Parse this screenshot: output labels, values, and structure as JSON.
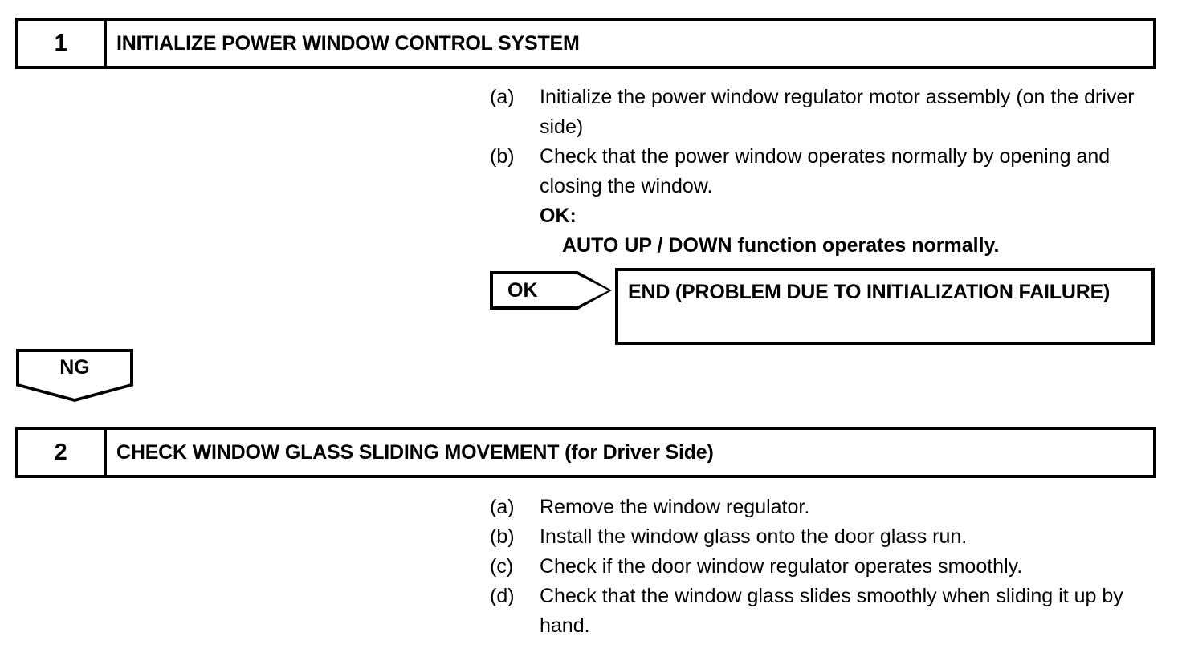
{
  "document": {
    "type": "troubleshooting-flowchart"
  },
  "colors": {
    "ink": "#000000",
    "page": "#ffffff"
  },
  "steps": [
    {
      "number": "1",
      "title": "INITIALIZE POWER WINDOW CONTROL SYSTEM",
      "items": [
        {
          "label": "(a)",
          "text": "Initialize the power window regulator motor assembly (on the driver side)"
        },
        {
          "label": "(b)",
          "text": "Check that the power window operates normally by opening and closing the window."
        }
      ],
      "criteria_label": "OK:",
      "criteria_text": "AUTO UP / DOWN function operates normally.",
      "ok_tag": "OK",
      "ng_tag": "NG",
      "result": "END (PROBLEM DUE TO INITIALIZATION FAILURE)"
    },
    {
      "number": "2",
      "title": "CHECK WINDOW GLASS SLIDING MOVEMENT (for Driver Side)",
      "items": [
        {
          "label": "(a)",
          "text": "Remove the window regulator."
        },
        {
          "label": "(b)",
          "text": "Install the window glass onto the door glass run."
        },
        {
          "label": "(c)",
          "text": "Check if the door window regulator operates smoothly."
        },
        {
          "label": "(d)",
          "text": "Check that the window glass slides smoothly when sliding it up by hand."
        }
      ]
    }
  ]
}
